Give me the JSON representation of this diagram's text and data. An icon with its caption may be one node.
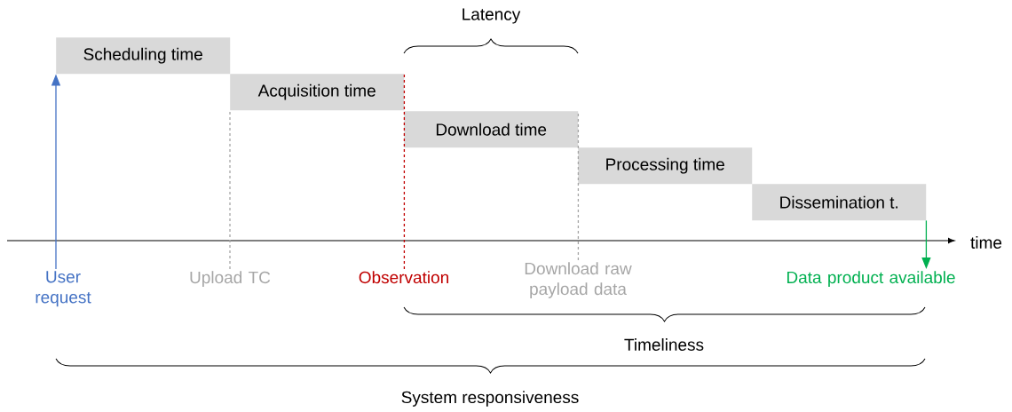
{
  "diagram": {
    "nodes": [
      {
        "text": [
          "Scheduling time"
        ]
      },
      {
        "text": [
          "Acquisition time"
        ]
      },
      {
        "text": [
          "Download time"
        ]
      },
      {
        "text": [
          "Processing time"
        ]
      },
      {
        "text": [
          "Dissemination t."
        ]
      },
      {
        "text": [
          "User request"
        ]
      },
      {
        "text": [
          "Upload TC"
        ]
      },
      {
        "text": [
          "Observation"
        ]
      },
      {
        "text": [
          "Download raw payload data"
        ]
      },
      {
        "text": [
          "Data product available"
        ]
      }
    ],
    "edges": [
      {
        "from": 5,
        "to": 0,
        "arrow": "to",
        "color": "#4472c4"
      },
      {
        "from": 6,
        "to": 1,
        "arrow": "none",
        "style": "dashed",
        "color": "#a6a6a6"
      },
      {
        "from": 7,
        "to": 1,
        "arrow": "none",
        "style": "dashed",
        "color": "#c00000"
      },
      {
        "from": 8,
        "to": 2,
        "arrow": "none",
        "style": "dashed",
        "color": "#a6a6a6"
      },
      {
        "from": 4,
        "to": 9,
        "arrow": "to",
        "color": "#00b050"
      }
    ],
    "labels": [
      "Latency",
      "time",
      "Timeliness",
      "System responsiveness"
    ]
  }
}
